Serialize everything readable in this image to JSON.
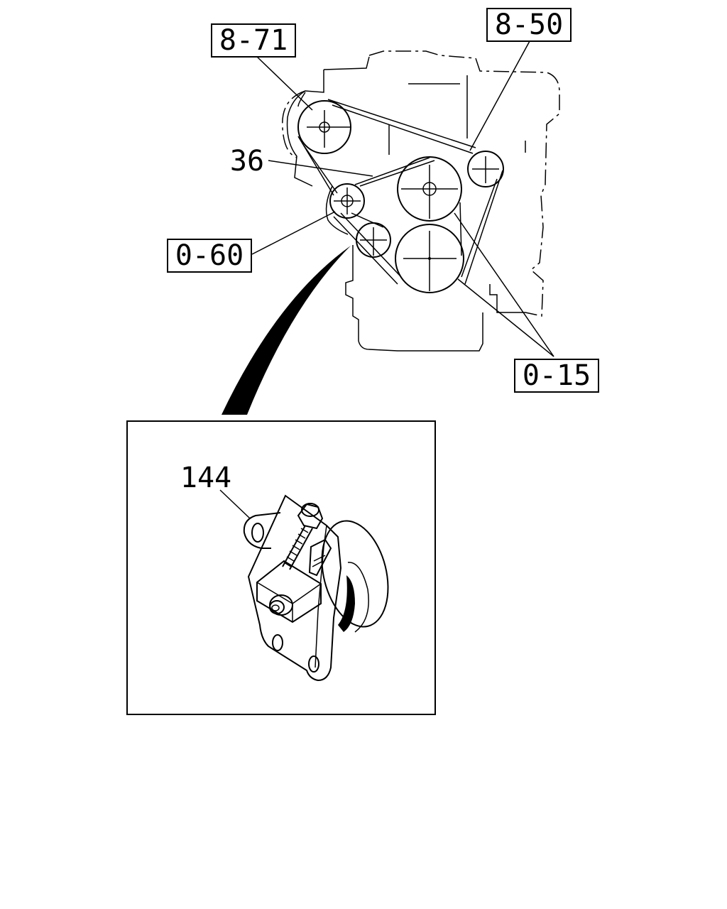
{
  "labels": {
    "ref_8_71": "8-71",
    "ref_8_50": "8-50",
    "part_36": "36",
    "ref_0_60": "0-60",
    "ref_0_15": "0-15",
    "part_144": "144"
  }
}
